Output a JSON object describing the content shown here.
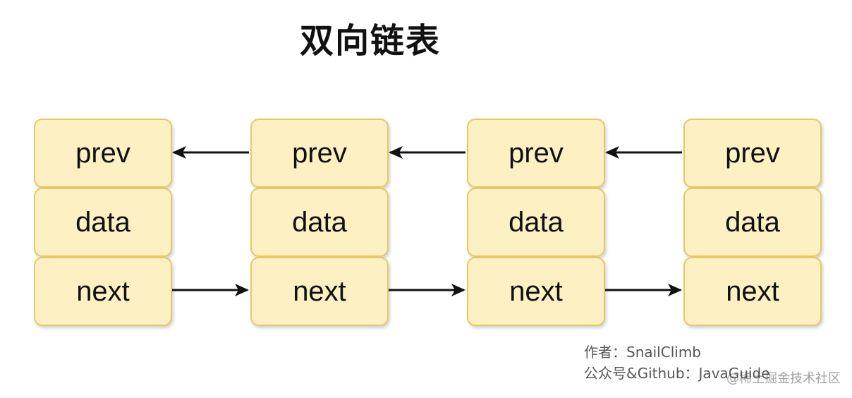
{
  "title": "双向链表",
  "nodes": [
    {
      "prev": "prev",
      "data": "data",
      "next": "next"
    },
    {
      "prev": "prev",
      "data": "data",
      "next": "next"
    },
    {
      "prev": "prev",
      "data": "data",
      "next": "next"
    },
    {
      "prev": "prev",
      "data": "data",
      "next": "next"
    }
  ],
  "footer": {
    "author": "作者：SnailClimb",
    "account": "公众号&Github：JavaGuide"
  },
  "watermark": "@稀土掘金技术社区",
  "colors": {
    "node_fill": "#fdf0c3",
    "node_border": "#e8c766",
    "arrow": "#111111"
  }
}
